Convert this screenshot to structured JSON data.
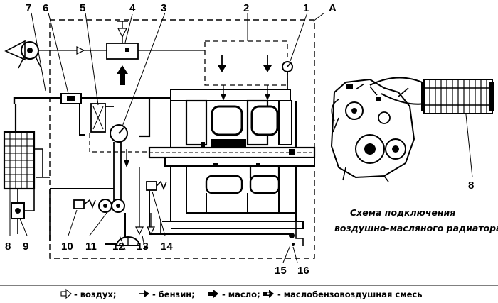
{
  "callouts": {
    "n1": "1",
    "n2": "2",
    "n3": "3",
    "n4": "4",
    "n5": "5",
    "n6": "6",
    "n7": "7",
    "n8": "8",
    "n8b": "8",
    "n9": "9",
    "n10": "10",
    "n11": "11",
    "n12": "12",
    "n13": "13",
    "n14": "14",
    "n15": "15",
    "n16": "16",
    "a": "А"
  },
  "caption": {
    "line1": "Схема подключения",
    "line2": "воздушно-масляного радиатора"
  },
  "legend": {
    "air": "- воздух;",
    "fuel": "- бензин;",
    "oil": "- масло;",
    "mix": "- маслобензовоздушная смесь"
  }
}
